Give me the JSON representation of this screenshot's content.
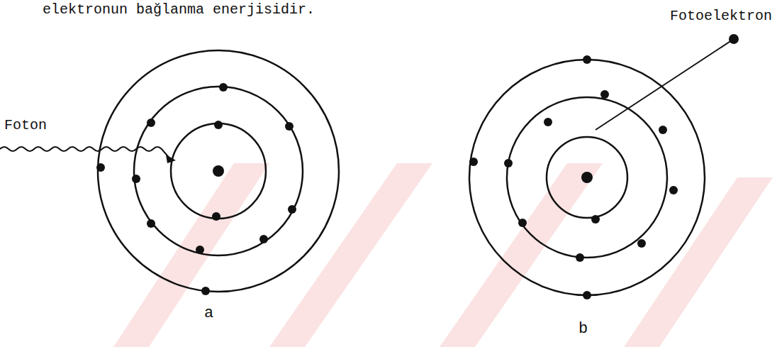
{
  "diagram": {
    "labels": [
      "elektronun bağlanma enerjisidir.",
      "Fotoelektron",
      "Foton",
      "a",
      "b"
    ]
  }
}
